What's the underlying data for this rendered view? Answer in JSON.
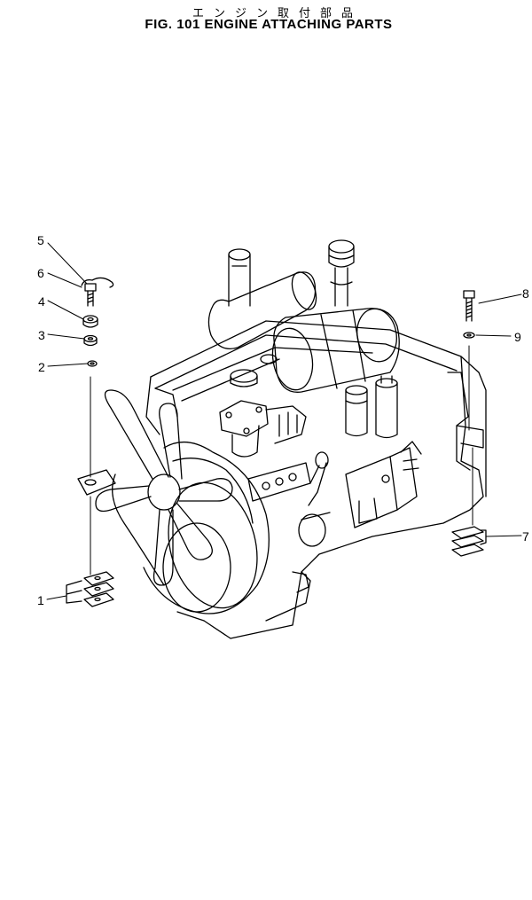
{
  "title_jp": "エンジン取付部品",
  "title_en": "FIG. 101  ENGINE ATTACHING PARTS",
  "callouts": [
    {
      "id": "callout-1",
      "label": "1"
    },
    {
      "id": "callout-2",
      "label": "2"
    },
    {
      "id": "callout-3",
      "label": "3"
    },
    {
      "id": "callout-4",
      "label": "4"
    },
    {
      "id": "callout-5",
      "label": "5"
    },
    {
      "id": "callout-6",
      "label": "6"
    },
    {
      "id": "callout-7",
      "label": "7"
    },
    {
      "id": "callout-8",
      "label": "8"
    },
    {
      "id": "callout-9",
      "label": "9"
    }
  ]
}
